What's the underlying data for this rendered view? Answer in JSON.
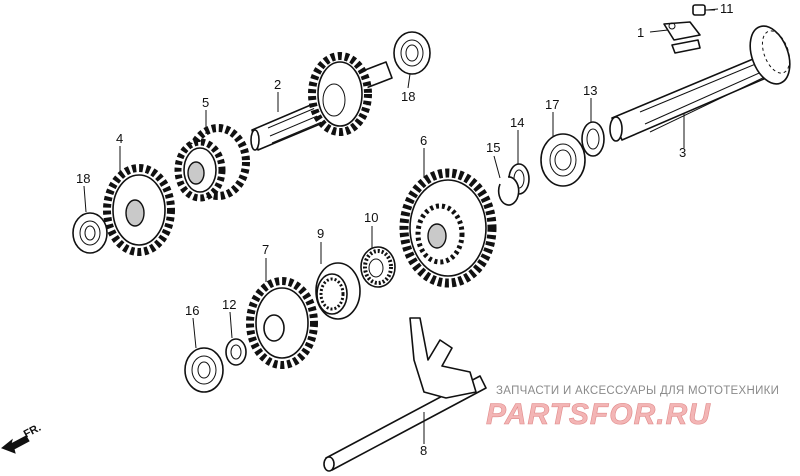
{
  "callouts": {
    "c1": "1",
    "c2": "2",
    "c3": "3",
    "c4": "4",
    "c5": "5",
    "c6": "6",
    "c7": "7",
    "c8": "8",
    "c9": "9",
    "c10": "10",
    "c11": "11",
    "c12": "12",
    "c13": "13",
    "c14": "14",
    "c15": "15",
    "c16": "16",
    "c17": "17",
    "c18a": "18",
    "c18b": "18"
  },
  "direction": {
    "label": "FR."
  },
  "watermark": {
    "tagline": "ЗАПЧАСТИ И АКСЕССУАРЫ ДЛЯ МОТОТЕХНИКИ",
    "brand": "PARTSFOR.RU",
    "brand_color": "#f3b5b5"
  }
}
